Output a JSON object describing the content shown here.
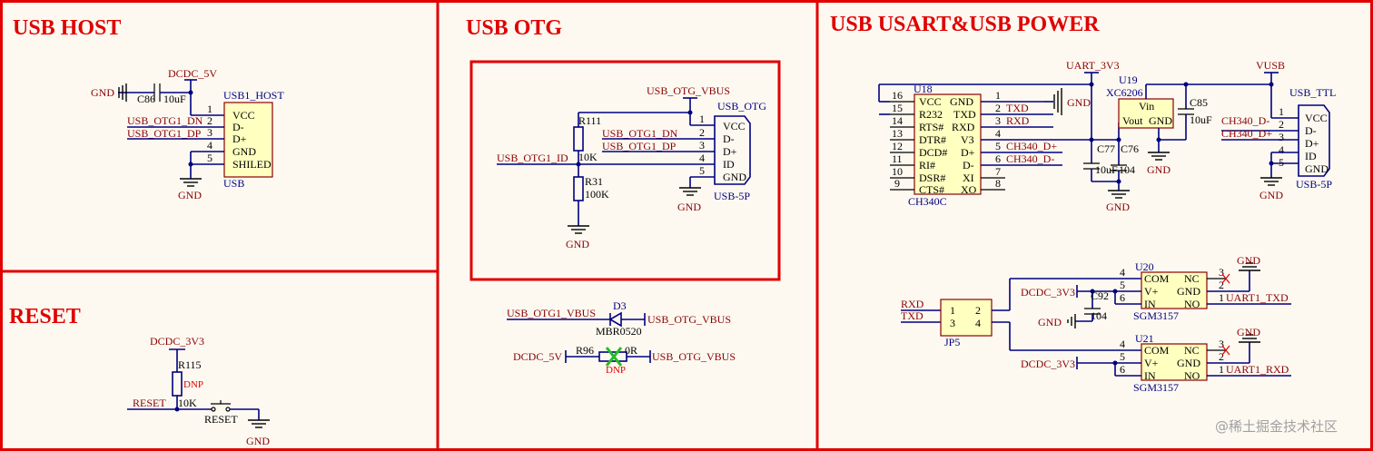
{
  "sections": {
    "usb_host": "USB HOST",
    "usb_otg": "USB OTG",
    "usb_usart": "USB USART&USB POWER",
    "reset": "RESET"
  },
  "host": {
    "gnd_left": "GND",
    "cap_ref": "C86",
    "cap_val": "10uF",
    "power": "DCDC_5V",
    "conn_ref": "USB1_HOST",
    "conn_name": "USB",
    "net_dn": "USB_OTG1_DN",
    "net_dp": "USB_OTG1_DP",
    "pins": [
      "1",
      "2",
      "3",
      "4",
      "5"
    ],
    "pin_names": [
      "VCC",
      "D-",
      "D+",
      "GND",
      "SHILED"
    ],
    "gnd_bottom": "GND"
  },
  "otg": {
    "vbus": "USB_OTG_VBUS",
    "conn_ref": "USB_OTG",
    "conn_name": "USB-5P",
    "r1_ref": "R111",
    "r1_val": "10K",
    "r2_ref": "R31",
    "r2_val": "100K",
    "net_dn": "USB_OTG1_DN",
    "net_dp": "USB_OTG1_DP",
    "net_id": "USB_OTG1_ID",
    "pins": [
      "1",
      "2",
      "3",
      "4",
      "5"
    ],
    "pin_names": [
      "VCC",
      "D-",
      "D+",
      "ID",
      "GND"
    ],
    "gnd1": "GND",
    "gnd2": "GND"
  },
  "otg_power": {
    "d_net_left": "USB_OTG1_VBUS",
    "d_ref": "D3",
    "d_val": "MBR0520",
    "d_net_right": "USB_OTG_VBUS",
    "r_net_left": "DCDC_5V",
    "r_ref": "R96",
    "r_val": "0R",
    "r_dnp": "DNP",
    "r_net_right": "USB_OTG_VBUS"
  },
  "reset": {
    "power": "DCDC_3V3",
    "r_ref": "R115",
    "r_dnp": "DNP",
    "r_val": "10K",
    "net": "RESET",
    "sw": "RESET",
    "gnd": "GND"
  },
  "usart": {
    "u18_ref": "U18",
    "u18_name": "CH340C",
    "u18_left_pins": [
      "16",
      "15",
      "14",
      "13",
      "12",
      "11",
      "10",
      "9"
    ],
    "u18_left_names": [
      "VCC",
      "R232",
      "RTS#",
      "DTR#",
      "DCD#",
      "RI#",
      "DSR#",
      "CTS#"
    ],
    "u18_right_names": [
      "GND",
      "TXD",
      "RXD",
      "V3",
      "D+",
      "D-",
      "XI",
      "XO"
    ],
    "u18_right_pins": [
      "1",
      "2",
      "3",
      "4",
      "5",
      "6",
      "7",
      "8"
    ],
    "gnd_u18": "GND",
    "txd": "TXD",
    "rxd": "RXD",
    "ch340_dp": "CH340_D+",
    "ch340_dn": "CH340_D-",
    "uart_3v3": "UART_3V3",
    "u19_ref": "U19",
    "u19_name": "XC6206",
    "u19_vin": "Vin",
    "u19_vout": "Vout",
    "u19_gnd": "GND",
    "c85_ref": "C85",
    "c85_val": "10uF",
    "c77_ref": "C77",
    "c77_val": "10uF",
    "c76_ref": "C76",
    "c76_val": "104",
    "gnd_c85": "GND",
    "gnd_c77": "GND",
    "vusb": "VUSB",
    "conn_ref": "USB_TTL",
    "conn_name": "USB-5P",
    "conn_net_dn": "CH340_D-",
    "conn_net_dp": "CH340_D+",
    "conn_pins": [
      "1",
      "2",
      "3",
      "4",
      "5"
    ],
    "conn_pin_names": [
      "VCC",
      "D-",
      "D+",
      "ID",
      "GND"
    ],
    "gnd_conn": "GND"
  },
  "switch": {
    "jp_rxd": "RXD",
    "jp_txd": "TXD",
    "jp_ref": "JP5",
    "jp_pins": [
      "1",
      "2",
      "3",
      "4"
    ],
    "u20_ref": "U20",
    "u21_ref": "U21",
    "sgm": "SGM3157",
    "dcdc": "DCDC_3V3",
    "c92_ref": "C92",
    "c92_val": "104",
    "gnd_c92": "GND",
    "left_pins": [
      "4",
      "5",
      "6"
    ],
    "left_names": [
      "COM",
      "V+",
      "IN"
    ],
    "right_names": [
      "NC",
      "GND",
      "NO"
    ],
    "right_pins": [
      "3",
      "2",
      "1"
    ],
    "gnd_top": "GND",
    "gnd_bot": "GND",
    "uart_txd": "UART1_TXD",
    "uart_rxd": "UART1_RXD"
  },
  "watermark": "@稀土掘金技术社区"
}
